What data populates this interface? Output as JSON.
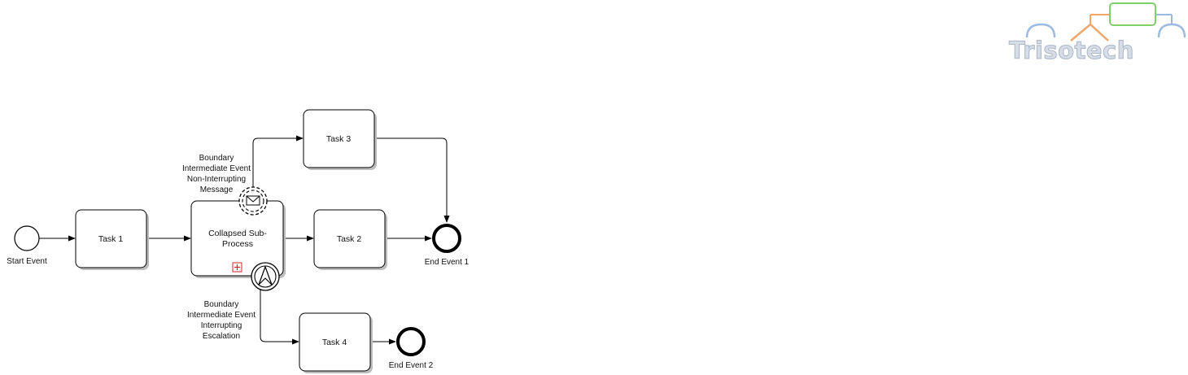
{
  "logo": {
    "text": "Trisotech"
  },
  "diagram": {
    "start_event": {
      "label": "Start Event"
    },
    "task1": {
      "label": "Task 1"
    },
    "subprocess": {
      "line1": "Collapsed  Sub-",
      "line2": "Process"
    },
    "task2": {
      "label": "Task 2"
    },
    "task3": {
      "label": "Task 3"
    },
    "task4": {
      "label": "Task 4"
    },
    "end_event1": {
      "label": "End Event 1"
    },
    "end_event2": {
      "label": "End Event 2"
    },
    "boundary_message": {
      "lines": [
        "Boundary",
        "Intermediate Event",
        "Non-Interrupting",
        "Message"
      ]
    },
    "boundary_escalation": {
      "lines": [
        "Boundary",
        "Intermediate Event",
        "Interrupting",
        "Escalation"
      ]
    }
  },
  "colors": {
    "stroke": "#000000",
    "shadow": "#bdbdbd",
    "marker": "#d6232a",
    "logo_orange": "#f0a56a",
    "logo_green": "#7fcf6a",
    "logo_blue": "#9bbbe0"
  }
}
